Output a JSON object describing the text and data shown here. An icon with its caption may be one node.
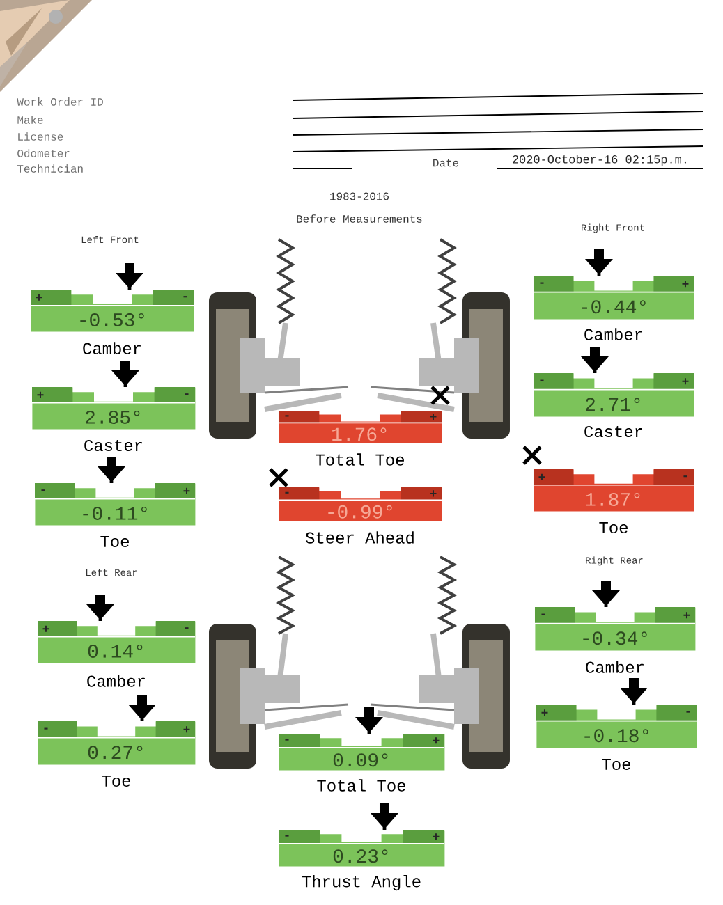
{
  "diagram": {
    "nodes": [
      {
        "text": [
          "+",
          "-",
          "-0.53°"
        ],
        "beside": [
          "Camber"
        ]
      },
      {
        "text": [
          "-",
          "+",
          "-0.44°"
        ],
        "beside": [
          "Camber"
        ]
      },
      {
        "text": [
          "+",
          "-",
          "2.85°"
        ],
        "beside": [
          "Caster"
        ]
      },
      {
        "text": [
          "-",
          "+",
          "2.71°"
        ],
        "beside": [
          "Caster"
        ]
      },
      {
        "text": [
          "-",
          "+",
          "1.76°"
        ],
        "beside": [
          "Total Toe"
        ]
      },
      {
        "text": [
          "-",
          "+",
          "-0.11°"
        ],
        "beside": [
          "Toe"
        ]
      },
      {
        "text": [
          "+",
          "-",
          "1.87°"
        ],
        "beside": [
          "Toe"
        ]
      },
      {
        "text": [
          "-",
          "+",
          "-0.99°"
        ],
        "beside": [
          "Steer Ahead"
        ]
      },
      {
        "text": [
          "+",
          "-",
          "0.14°"
        ],
        "beside": [
          "Camber"
        ]
      },
      {
        "text": [
          "-",
          "+",
          "-0.34°"
        ],
        "beside": [
          "Camber"
        ]
      },
      {
        "text": [
          "-",
          "+",
          "0.27°"
        ],
        "beside": [
          "Toe"
        ]
      },
      {
        "text": [
          "+",
          "-",
          "-0.18°"
        ],
        "beside": [
          "Toe"
        ]
      },
      {
        "text": [
          "-",
          "+",
          "0.09°"
        ],
        "beside": [
          "Total Toe"
        ]
      },
      {
        "text": [
          "-",
          "+",
          "0.23°"
        ],
        "beside": [
          "Thrust Angle"
        ]
      }
    ],
    "labels": [
      "Work Order ID",
      "Make",
      "License",
      "Odometer",
      "Technician",
      "Date",
      "2020-October-16 02:15p.m.",
      "1983-2016",
      "Before Measurements",
      "Left Front",
      "Right Front",
      "Left Rear",
      "Right Rear"
    ]
  }
}
